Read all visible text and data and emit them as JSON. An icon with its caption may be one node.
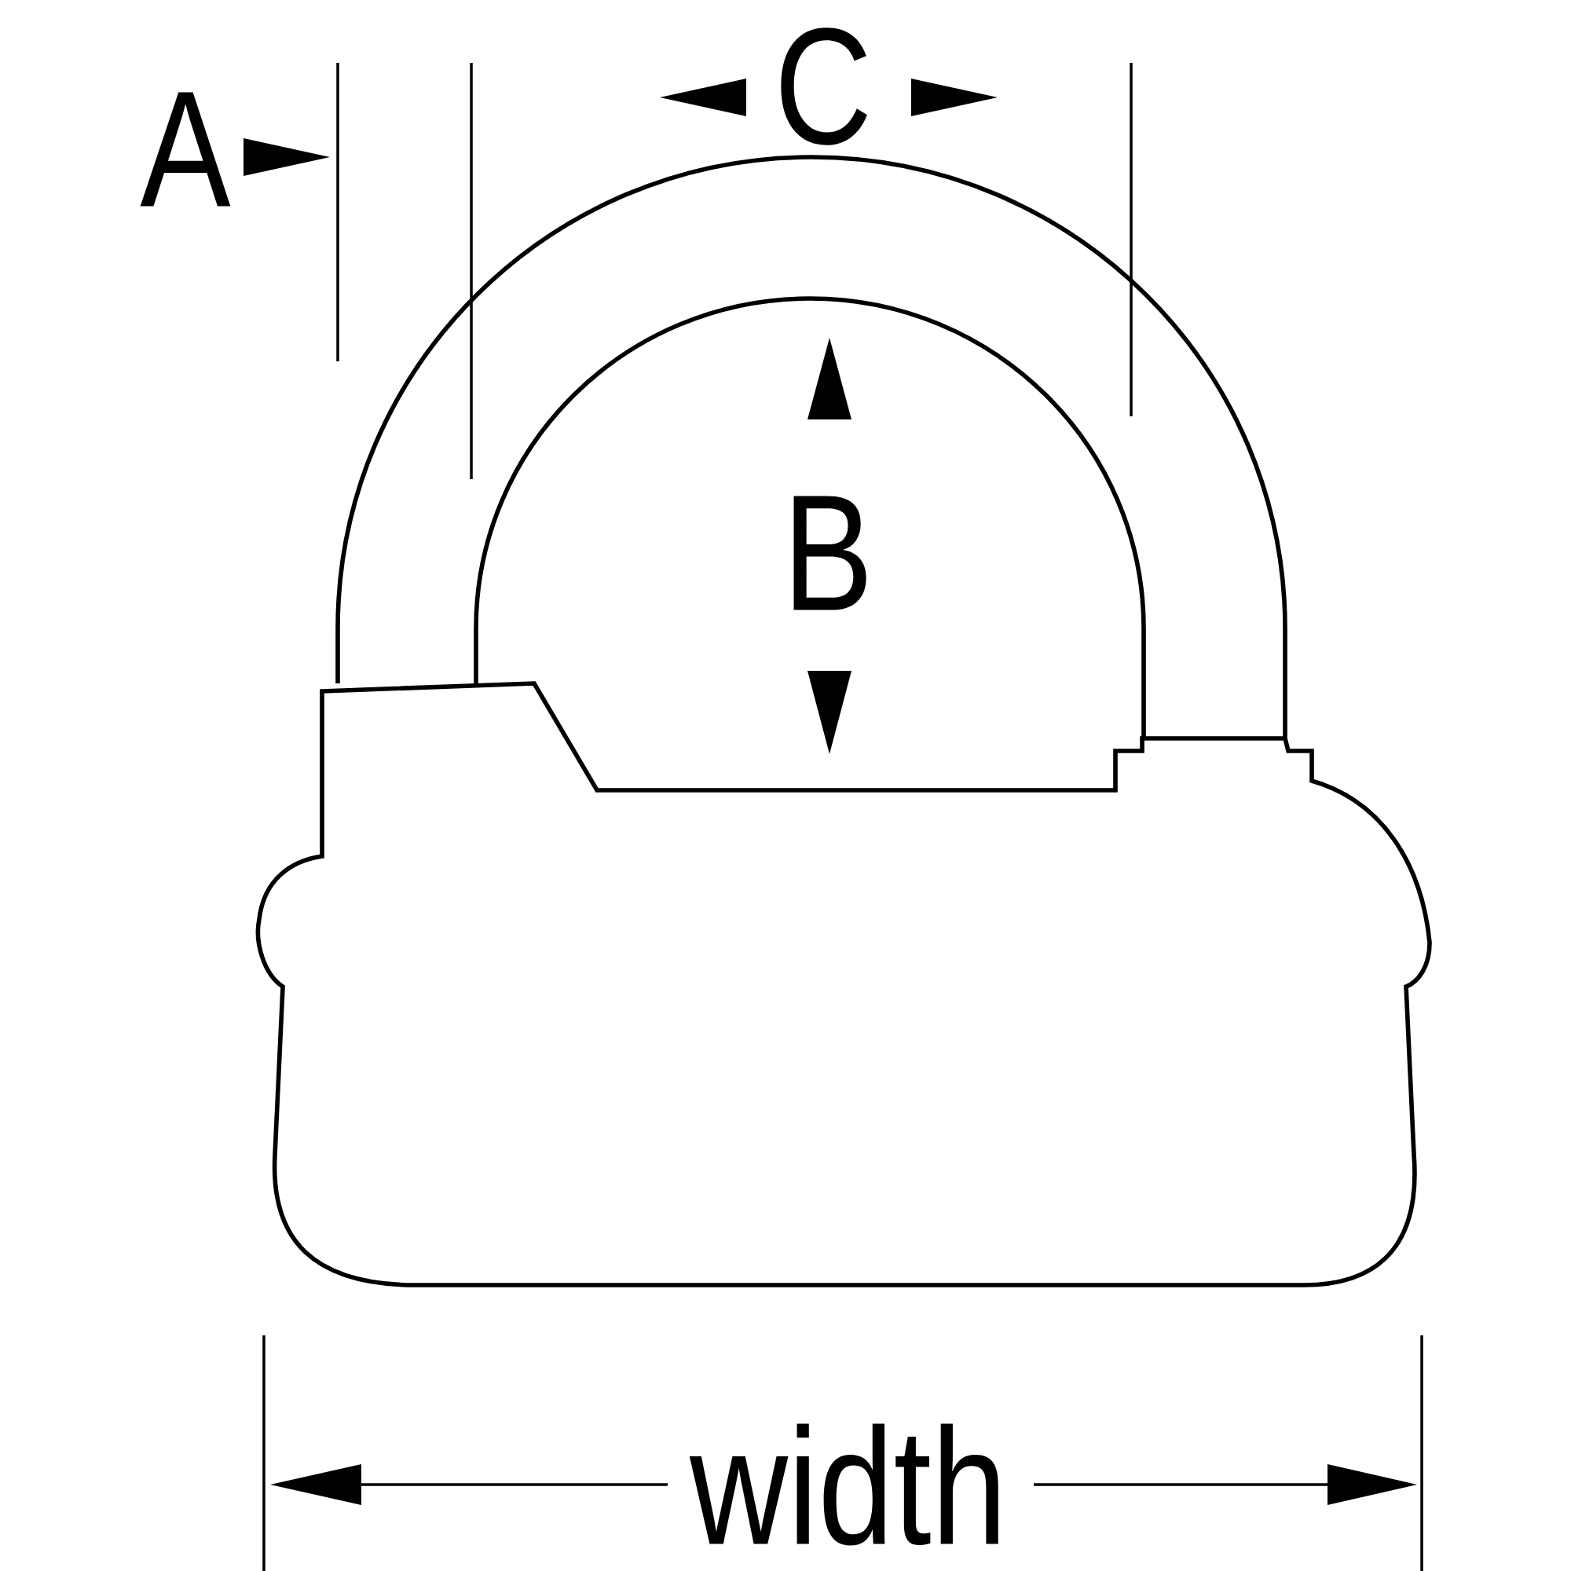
{
  "diagram": {
    "labels": [
      "C",
      "A",
      "B",
      "width"
    ]
  }
}
